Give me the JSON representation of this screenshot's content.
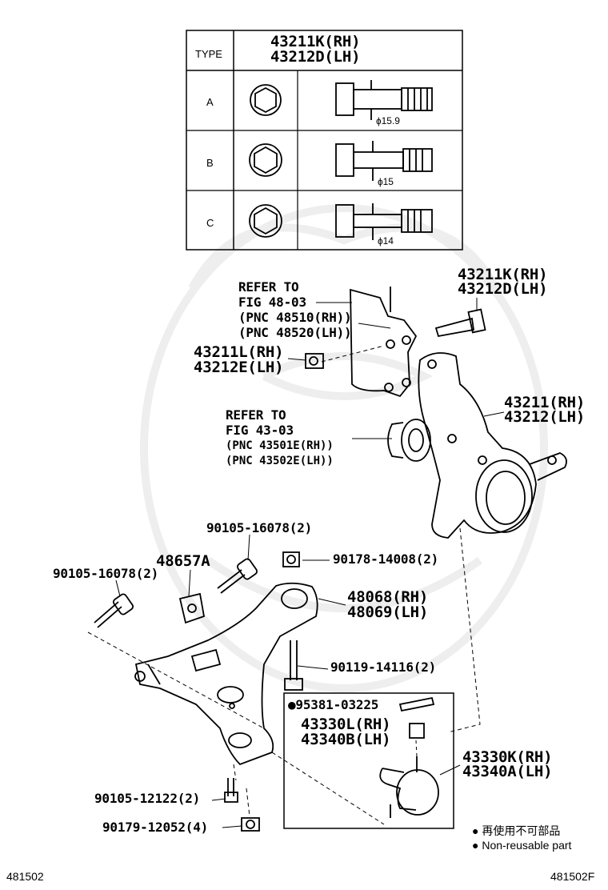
{
  "table": {
    "header_type": "TYPE",
    "header_part_rh": "43211K(RH)",
    "header_part_lh": "43212D(LH)",
    "rows": [
      {
        "type": "A",
        "diameter": "ɸ15.9"
      },
      {
        "type": "B",
        "diameter": "ɸ15"
      },
      {
        "type": "C",
        "diameter": "ɸ14"
      }
    ]
  },
  "callouts": {
    "refer_fig48_l1": "REFER TO",
    "refer_fig48_l2": "FIG 48-03",
    "refer_fig48_l3": "(PNC 48510(RH))",
    "refer_fig48_l4": "(PNC 48520(LH))",
    "bolt_top_rh": "43211K(RH)",
    "bolt_top_lh": "43212D(LH)",
    "nut_rh": "43211L(RH)",
    "nut_lh": "43212E(LH)",
    "refer_fig43_l1": "REFER TO",
    "refer_fig43_l2": "FIG 43-03",
    "refer_fig43_l3": "(PNC 43501E(RH))",
    "refer_fig43_l4": "(PNC 43502E(LH))",
    "knuckle_rh": "43211(RH)",
    "knuckle_lh": "43212(LH)",
    "bolt_90105_16078_a": "90105-16078(2)",
    "bracket_48657a": "48657A",
    "bolt_90105_16078_b": "90105-16078(2)",
    "nut_90178": "90178-14008(2)",
    "arm_rh": "48068(RH)",
    "arm_lh": "48069(LH)",
    "bolt_90119": "90119-14116(2)",
    "pin_95381": "●95381-03225",
    "nut_43330l": "43330L(RH)",
    "nut_43340b": "43340B(LH)",
    "joint_rh": "43330K(RH)",
    "joint_lh": "43340A(LH)",
    "bolt_90105_12122": "90105-12122(2)",
    "nut_90179": "90179-12052(4)"
  },
  "legend": {
    "jp": "● 再使用不可部品",
    "en": "● Non-reusable part"
  },
  "footer": {
    "left": "481502",
    "right": "481502F"
  }
}
